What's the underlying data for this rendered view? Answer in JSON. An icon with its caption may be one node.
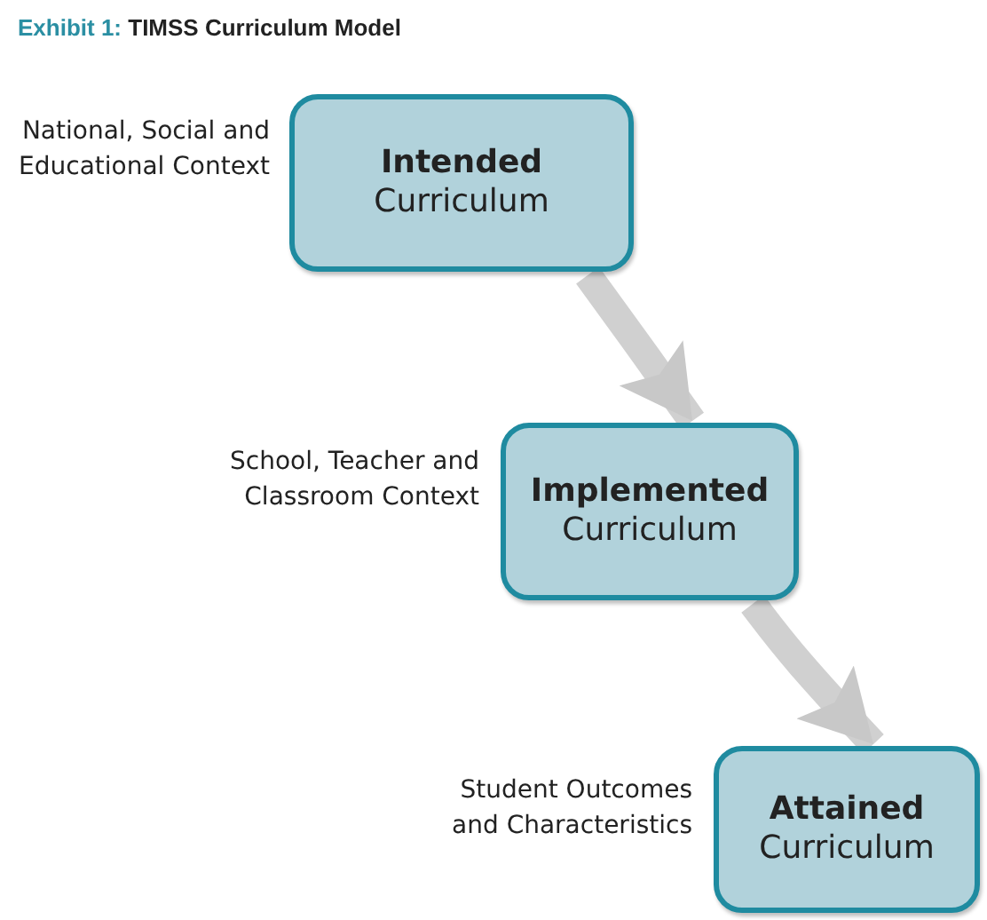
{
  "diagram": {
    "title": "**Exhibit 1:** TIMSS Curriculum Model",
    "nodes": [
      {
        "text": [
          "Intended",
          "Curriculum"
        ],
        "beside": [
          "National, Social and Educational Context"
        ]
      },
      {
        "text": [
          "Implemented",
          "Curriculum"
        ],
        "beside": [
          "School, Teacher and Classroom Context"
        ]
      },
      {
        "text": [
          "Attained",
          "Curriculum"
        ],
        "beside": [
          "Student Outcomes and Characteristics"
        ]
      }
    ],
    "edges": [
      {
        "from": 0,
        "to": 1,
        "arrow": "to"
      },
      {
        "from": 1,
        "to": 2,
        "arrow": "to"
      }
    ]
  }
}
